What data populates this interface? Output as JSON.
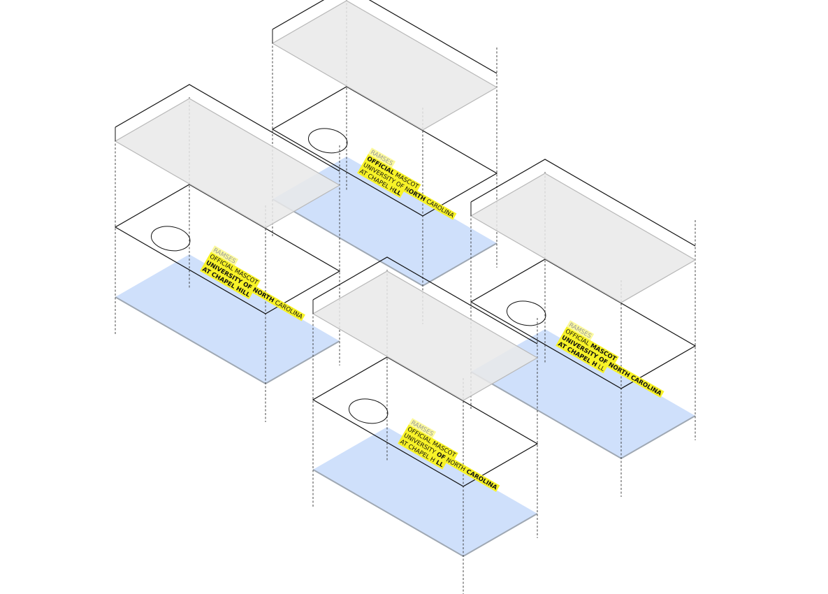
{
  "colors": {
    "highlight": "#f7f226",
    "base_fill": "#cfe0fb",
    "base_stroke": "#9fa8b3",
    "cover_fill": "#e9e9e9",
    "cover_stroke": "#b8b8b8",
    "card_stroke": "#111111",
    "guide_stroke": "#333333"
  },
  "modules": [
    {
      "label_lines": [
        {
          "parts": [
            {
              "text": "RAMSES",
              "weight": "normal",
              "faded": true
            }
          ]
        },
        {
          "parts": [
            {
              "text": "OFFICIAL",
              "weight": "bold"
            },
            {
              "text": " MASCOT",
              "weight": "normal"
            }
          ]
        },
        {
          "parts": [
            {
              "text": "UNIVERSITY OF N",
              "weight": "normal"
            },
            {
              "text": "ORTH",
              "weight": "bold"
            },
            {
              "text": " CAROLINA",
              "weight": "normal"
            }
          ]
        },
        {
          "parts": [
            {
              "text": "AT CHAPEL H",
              "weight": "normal"
            },
            {
              "text": "LL",
              "weight": "bold"
            }
          ]
        }
      ]
    },
    {
      "label_lines": [
        {
          "parts": [
            {
              "text": "RAMSES",
              "weight": "normal",
              "faded": true
            }
          ]
        },
        {
          "parts": [
            {
              "text": "OFFICIAL",
              "weight": "normal"
            },
            {
              "text": " MASCOT",
              "weight": "normal"
            }
          ]
        },
        {
          "parts": [
            {
              "text": "UNIVERSITY OF NORTH",
              "weight": "bold"
            },
            {
              "text": " CAROLINA",
              "weight": "normal"
            }
          ]
        },
        {
          "parts": [
            {
              "text": "AT CHAPEL HILL",
              "weight": "bold"
            }
          ]
        }
      ]
    },
    {
      "label_lines": [
        {
          "parts": [
            {
              "text": "RAMSES",
              "weight": "normal",
              "faded": true
            }
          ]
        },
        {
          "parts": [
            {
              "text": "OFFICIAL",
              "weight": "normal"
            },
            {
              "text": " MASCOT",
              "weight": "bold"
            }
          ]
        },
        {
          "parts": [
            {
              "text": "UNIVERSITY OF NORTH CAROLINA",
              "weight": "bold"
            }
          ]
        },
        {
          "parts": [
            {
              "text": "AT CHAPEL H",
              "weight": "bold"
            },
            {
              "text": " LL",
              "weight": "normal"
            }
          ]
        }
      ]
    },
    {
      "label_lines": [
        {
          "parts": [
            {
              "text": "RAMSES",
              "weight": "normal",
              "faded": true
            }
          ]
        },
        {
          "parts": [
            {
              "text": "OFFICIAL",
              "weight": "normal"
            },
            {
              "text": " MASCOT",
              "weight": "normal"
            }
          ]
        },
        {
          "parts": [
            {
              "text": "UNIVERSITY",
              "weight": "normal"
            },
            {
              "text": " OF",
              "weight": "bold"
            },
            {
              "text": " NORTH",
              "weight": "normal"
            },
            {
              "text": " CAROLINA",
              "weight": "bold"
            }
          ]
        },
        {
          "parts": [
            {
              "text": "AT CHAPEL H",
              "weight": "normal"
            },
            {
              "text": " LL",
              "weight": "bold"
            }
          ]
        }
      ]
    }
  ]
}
